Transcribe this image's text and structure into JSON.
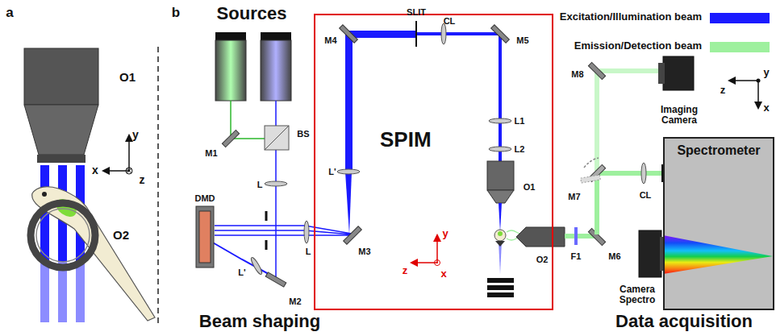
{
  "diagram": {
    "nodes": [
      {
        "text": [
          "SPIM"
        ]
      },
      {
        "text": [
          "Spectrometer"
        ]
      }
    ],
    "labels": [
      "a",
      "b",
      "Sources",
      "O1",
      "y",
      "x",
      "z",
      "O2",
      "M1",
      "BS",
      "L",
      "DMD",
      "L'",
      "M2",
      "L",
      "M3",
      "L'",
      "M4",
      "SLIT",
      "CL",
      "M5",
      "L1",
      "L2",
      "O1",
      "y",
      "z",
      "x",
      "O2",
      "F1",
      "M6",
      "M7",
      "CL",
      "M8",
      "Imaging Camera",
      "z",
      "y",
      "x",
      "Camera Spectro",
      "Beam shaping",
      "Data acquisition"
    ],
    "legend": [
      {
        "text": "Excitation/Illumination beam",
        "color": "#1a1aff"
      },
      {
        "text": "Emission/Detection beam",
        "color": "#9ef09e"
      }
    ]
  }
}
